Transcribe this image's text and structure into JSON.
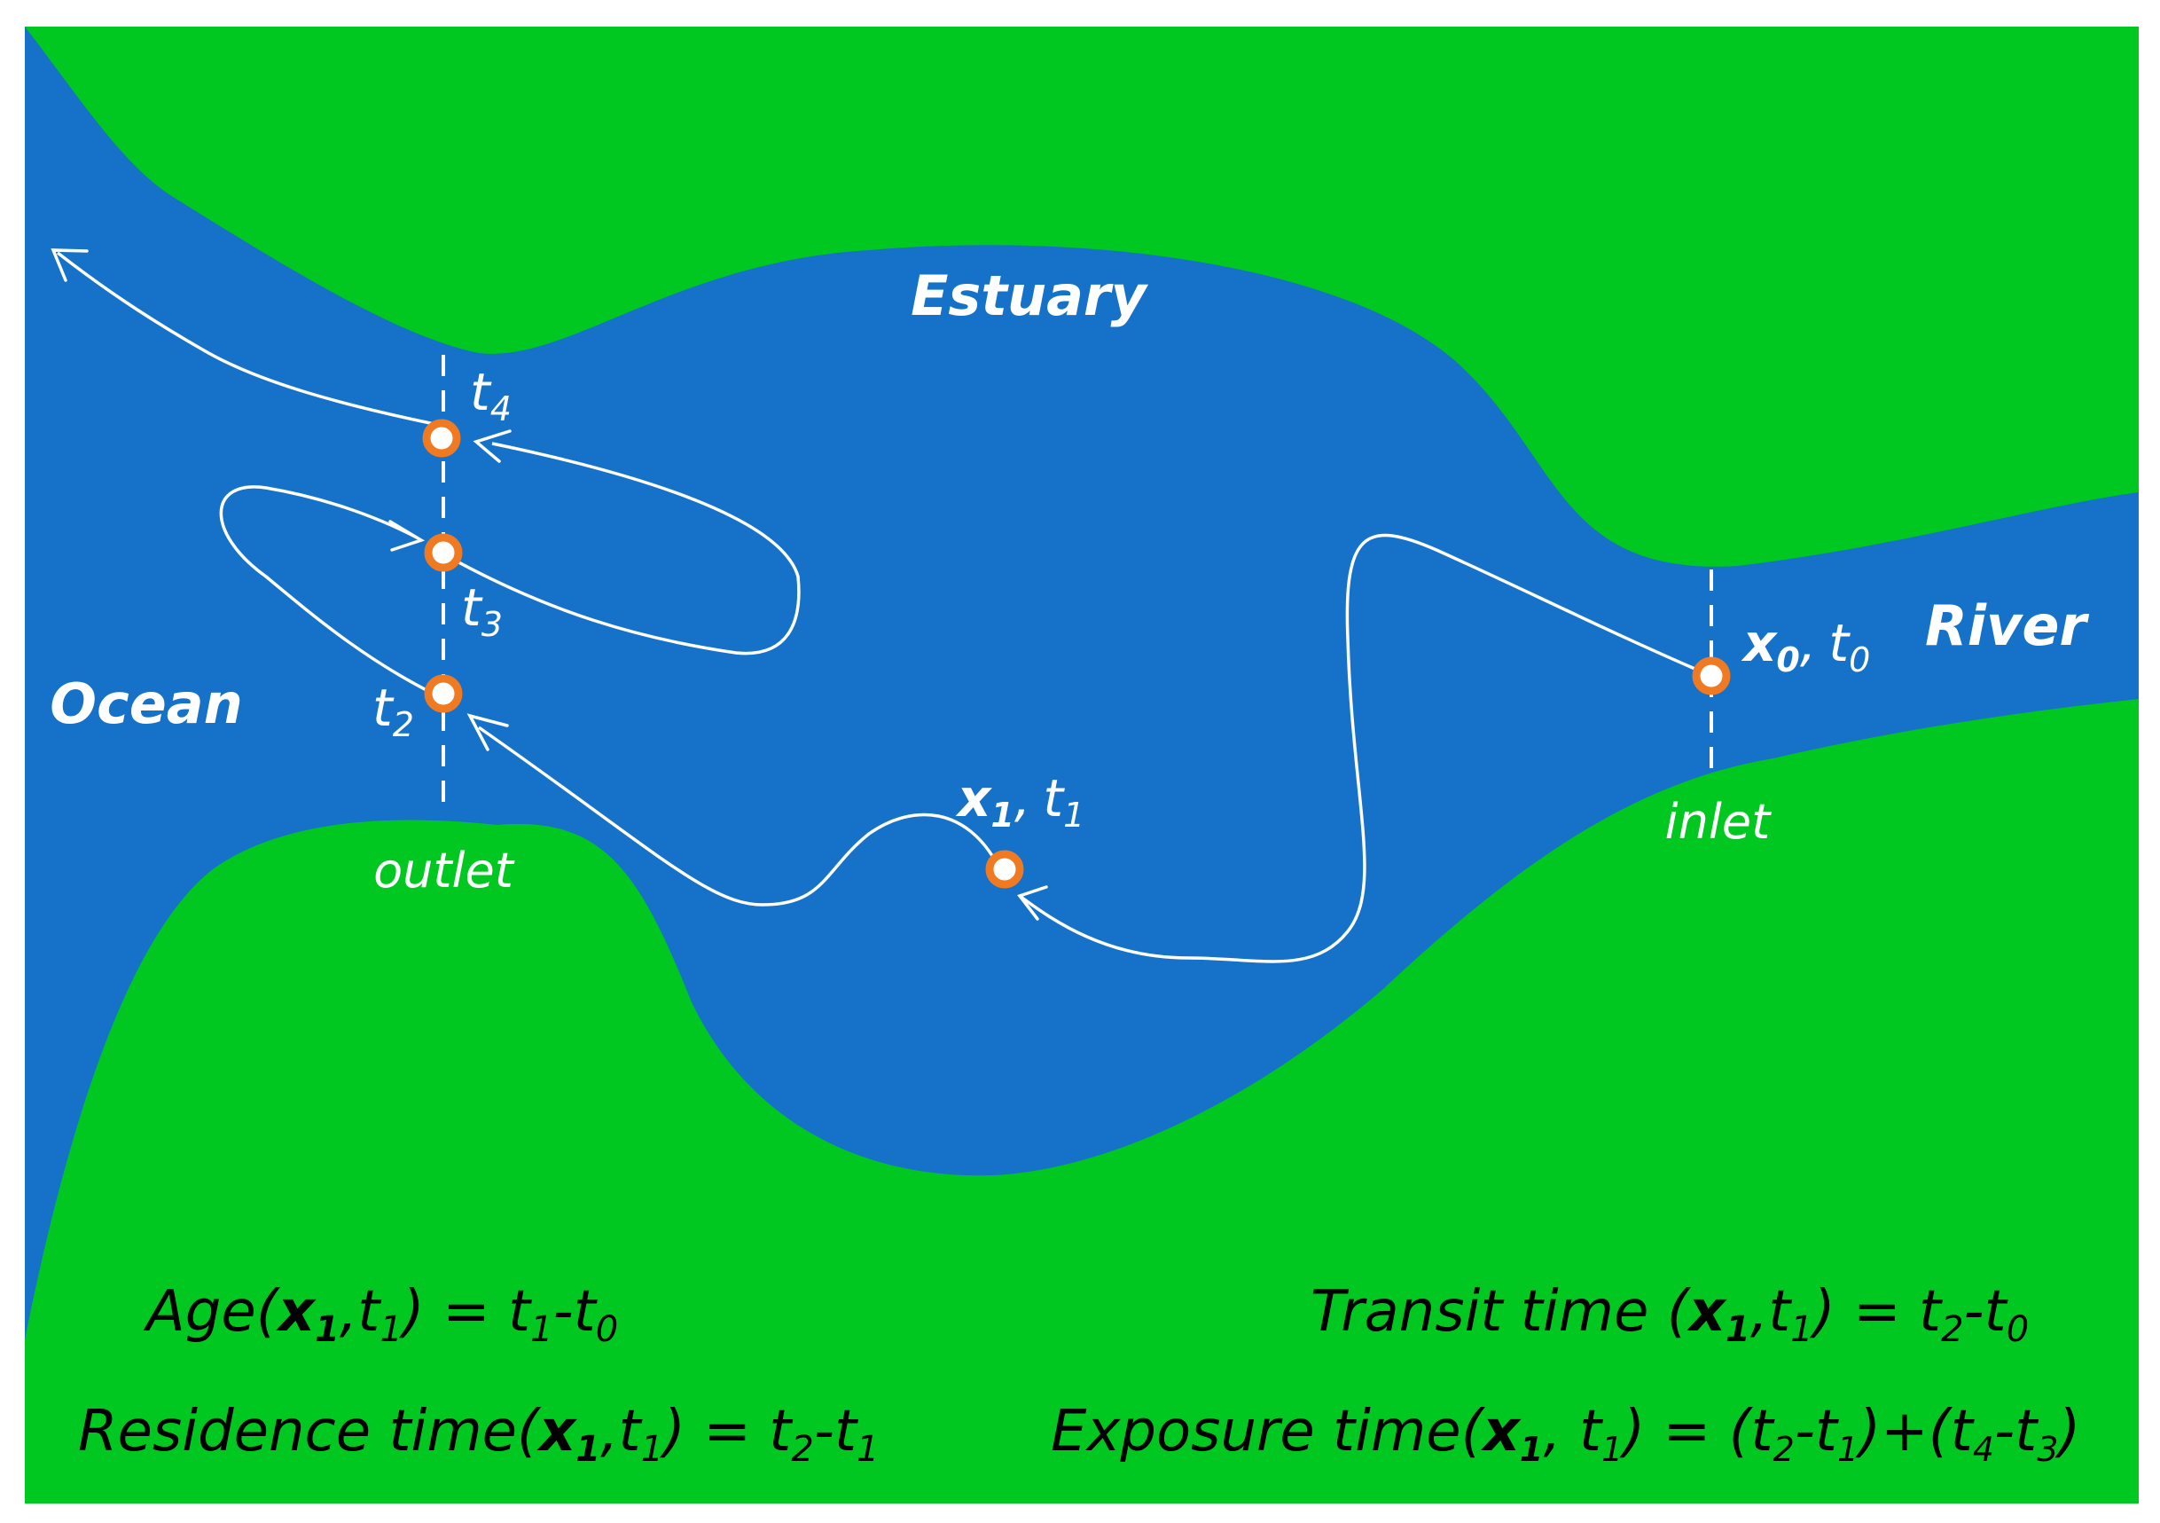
{
  "colors": {
    "land": "#00c820",
    "water": "#1672c9",
    "path": "#ffffff",
    "marker": "#f07a22",
    "equation_text": "#000000"
  },
  "regions": {
    "estuary": "Estuary",
    "ocean": "Ocean",
    "river": "River"
  },
  "boundaries": {
    "outlet": "outlet",
    "inlet": "inlet"
  },
  "points": {
    "x0_var": "x",
    "x0_sub": "0",
    "t0_var": "t",
    "t0_sub": "0",
    "x1_var": "x",
    "x1_sub": "1",
    "t1_var": "t",
    "t1_sub": "1",
    "t2_var": "t",
    "t2_sub": "2",
    "t3_var": "t",
    "t3_sub": "3",
    "t4_var": "t",
    "t4_sub": "4",
    "comma": ","
  },
  "equations": {
    "age_name": "Age(",
    "transit_name": "Transit time (",
    "residence_name": "Residence time(",
    "exposure_name": "Exposure time(",
    "x": "x",
    "t": "t",
    "s0": "0",
    "s1": "1",
    "s2": "2",
    "s3": "3",
    "s4": "4",
    "comma": ",",
    "comma_space": ", ",
    "close_eq": ") = ",
    "minus": "-",
    "open_paren": "(",
    "close_paren": ")",
    "plus_open": ")+("
  }
}
